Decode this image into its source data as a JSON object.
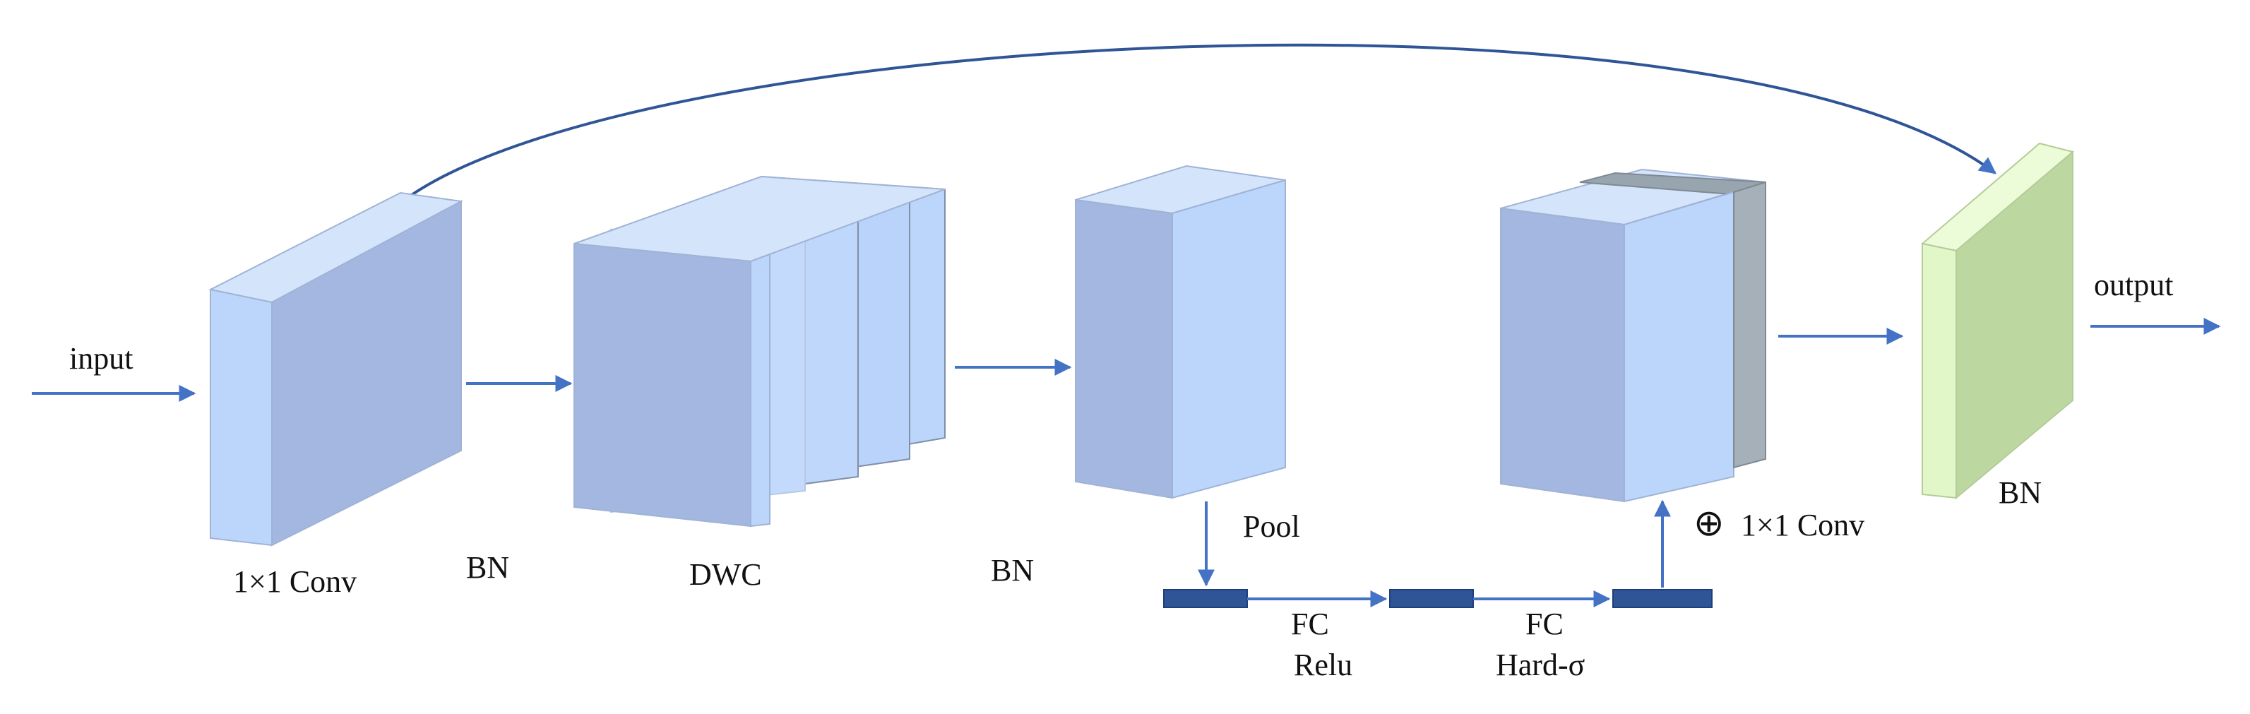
{
  "labels": {
    "input": "input",
    "output": "output",
    "conv1": "1×1 Conv",
    "bn1": "BN",
    "dwc": "DWC",
    "bn2": "BN",
    "pool": "Pool",
    "fc1": "FC",
    "relu": "Relu",
    "fc2": "FC",
    "hard_sigma": "Hard-σ",
    "add_symbol": "⊕",
    "conv2": "1×1 Conv",
    "bn3": "BN"
  },
  "colors": {
    "arrow": "#4472c4",
    "block_front": "#a3b7e0",
    "block_side": "#bcd2f7",
    "block_top": "#d4e4fb",
    "fc_bar": "#2f5597",
    "gray_side": "#a5b0b8",
    "gray_top": "#98a5ae",
    "bn_front": "#e2f7c8",
    "bn_side": "#bcd79f",
    "bn_top": "#ecfbd8"
  }
}
